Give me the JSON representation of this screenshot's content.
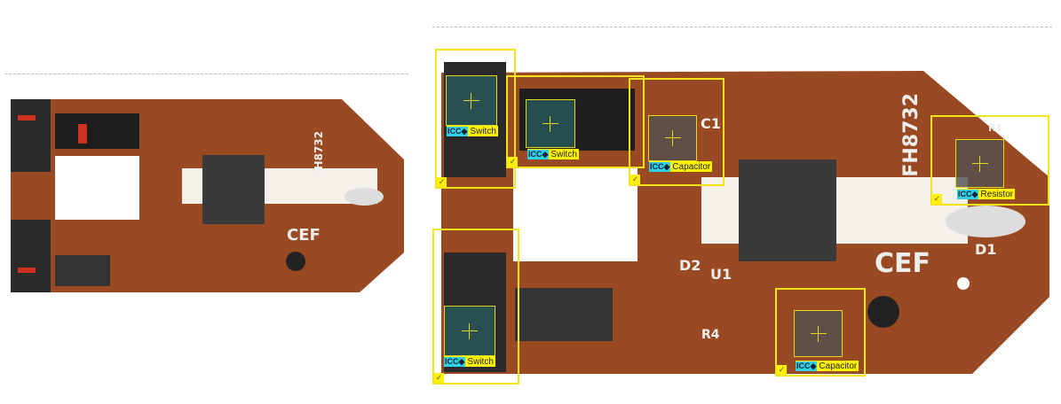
{
  "board_markings": {
    "model": "FH8732",
    "cert": "CEF",
    "u1": "U1",
    "d1": "D1",
    "d2": "D2",
    "r1": "R1",
    "r4": "R4",
    "c1": "C1"
  },
  "detections": [
    {
      "label": "Switch",
      "icon": "ICC◆"
    },
    {
      "label": "Switch",
      "icon": "ICC◆"
    },
    {
      "label": "Capacitor",
      "icon": "ICC◆"
    },
    {
      "label": "Resistor",
      "icon": "ICC◆"
    },
    {
      "label": "Switch",
      "icon": "ICC◆"
    },
    {
      "label": "Capacitor",
      "icon": "ICC◆"
    }
  ],
  "check_mark": "✓",
  "colors": {
    "pcb": "#9a4a22",
    "box": "#f2e31a",
    "icon": "#2fd0e8"
  }
}
